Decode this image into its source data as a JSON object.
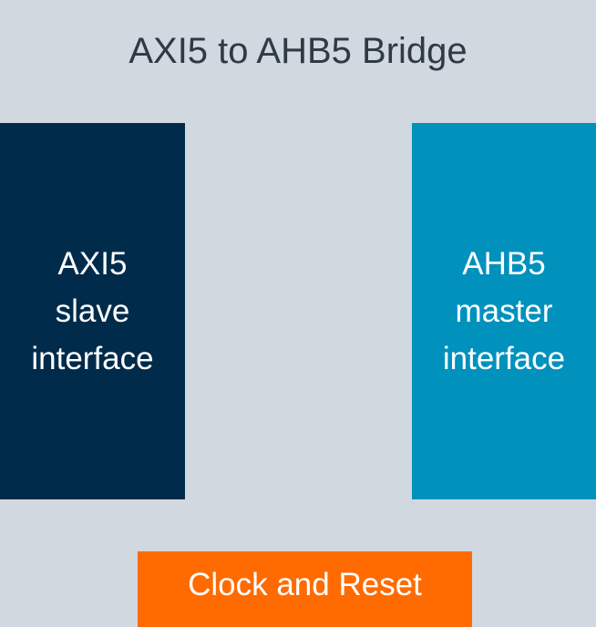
{
  "title": "AXI5 to AHB5 Bridge",
  "blocks": {
    "axi_slave": {
      "lines": [
        "AXI5",
        "slave",
        "interface"
      ],
      "color": "#002b4a"
    },
    "ahb_master": {
      "lines": [
        "AHB5",
        "master",
        "interface"
      ],
      "color": "#0091bd"
    },
    "clock_reset": {
      "label": "Clock and Reset",
      "color": "#ff6b00"
    }
  },
  "colors": {
    "background": "#d1d8df",
    "title_text": "#2e3a46",
    "block_text": "#ffffff"
  }
}
